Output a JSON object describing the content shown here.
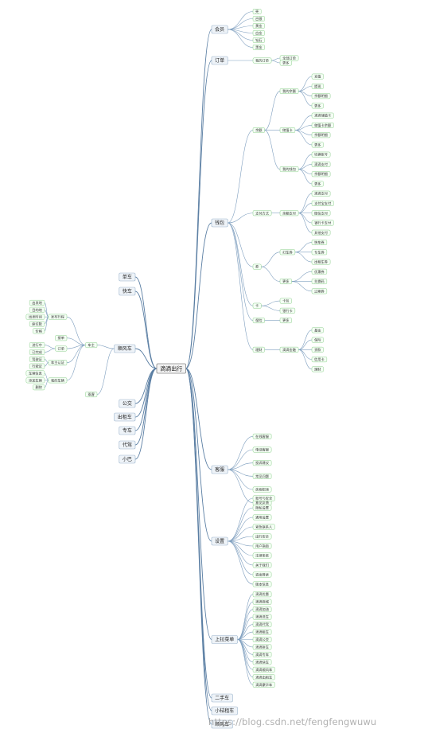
{
  "root": "滴滴出行",
  "right": [
    {
      "label": "会员",
      "children": [
        {
          "label": "壳"
        },
        {
          "label": "白银"
        },
        {
          "label": "黄金"
        },
        {
          "label": "白金"
        },
        {
          "label": "钻石"
        },
        {
          "label": "黑金"
        }
      ]
    },
    {
      "label": "订单",
      "children": [
        {
          "label": "我的订单",
          "children": [
            {
              "label": "全部订单"
            },
            {
              "label": "更多"
            }
          ]
        }
      ]
    },
    {
      "label": "钱包",
      "children": [
        {
          "label": "余额",
          "children": [
            {
              "label": "我的余额",
              "children": [
                {
                  "label": "充值"
                },
                {
                  "label": "提现"
                },
                {
                  "label": "余额明细"
                },
                {
                  "label": "更多"
                }
              ]
            },
            {
              "label": "储值卡",
              "children": [
                {
                  "label": "滴滴储值卡"
                },
                {
                  "label": "储值卡余额"
                },
                {
                  "label": "余额明细"
                },
                {
                  "label": "更多"
                }
              ]
            },
            {
              "label": "我的钱包",
              "children": [
                {
                  "label": "切换账号"
                },
                {
                  "label": "滴滴支付"
                },
                {
                  "label": "余额明细"
                },
                {
                  "label": "更多"
                }
              ]
            }
          ]
        },
        {
          "label": "支付方式",
          "children": [
            {
              "label": "余额支付",
              "children": [
                {
                  "label": "滴滴支付"
                },
                {
                  "label": "支付宝支付"
                },
                {
                  "label": "微信支付"
                },
                {
                  "label": "银行卡支付"
                },
                {
                  "label": "其他支付"
                }
              ]
            }
          ]
        },
        {
          "label": "券",
          "children": [
            {
              "label": "打车券",
              "children": [
                {
                  "label": "快车券"
                },
                {
                  "label": "专车券"
                },
                {
                  "label": "出租车券"
                }
              ]
            },
            {
              "label": "更多",
              "children": [
                {
                  "label": "优惠券"
                },
                {
                  "label": "兑换码"
                },
                {
                  "label": "过期券"
                }
              ]
            }
          ]
        },
        {
          "label": "卡",
          "children": [
            {
              "label": "卡包"
            },
            {
              "label": "银行卡"
            }
          ]
        },
        {
          "label": "保险",
          "children": [
            {
              "label": "更多"
            }
          ]
        },
        {
          "label": "理财",
          "children": [
            {
              "label": "滴滴金融",
              "children": [
                {
                  "label": "基金"
                },
                {
                  "label": "保险"
                },
                {
                  "label": "贷款"
                },
                {
                  "label": "信用卡"
                },
                {
                  "label": "理财"
                }
              ]
            }
          ]
        }
      ]
    },
    {
      "label": "客服",
      "children": [
        {
          "label": "在线客服"
        },
        {
          "label": "电话客服"
        },
        {
          "label": "投诉建议"
        },
        {
          "label": "常见问题"
        },
        {
          "label": "失物招领"
        },
        {
          "label": "意见反馈"
        }
      ]
    },
    {
      "label": "设置",
      "children": [
        {
          "label": "账号与安全"
        },
        {
          "label": "隐私设置"
        },
        {
          "label": "通用设置"
        },
        {
          "label": "紧急联系人"
        },
        {
          "label": "出行安全"
        },
        {
          "label": "用户指南"
        },
        {
          "label": "法律条款"
        },
        {
          "label": "关于我们"
        },
        {
          "label": "退出登录"
        },
        {
          "label": "版本信息"
        }
      ]
    },
    {
      "label": "上拉菜单",
      "children": [
        {
          "label": "滴滴优惠"
        },
        {
          "label": "滴滴商城"
        },
        {
          "label": "滴滴加油"
        },
        {
          "label": "滴滴洗车"
        },
        {
          "label": "滴滴代驾"
        },
        {
          "label": "滴滴租车"
        },
        {
          "label": "滴滴公交"
        },
        {
          "label": "滴滴拼车"
        },
        {
          "label": "滴滴专车"
        },
        {
          "label": "滴滴快车"
        },
        {
          "label": "滴滴顺风车"
        },
        {
          "label": "滴滴出租车"
        },
        {
          "label": "滴滴豪华车"
        }
      ]
    },
    {
      "label": "二手车",
      "children": []
    },
    {
      "label": "小桔租车",
      "children": []
    },
    {
      "label": "顺风车",
      "children": []
    }
  ],
  "left": [
    {
      "label": "单车",
      "children": []
    },
    {
      "label": "快车",
      "children": []
    },
    {
      "label": "顺风车",
      "children": [
        {
          "label": "车主",
          "children": [
            {
              "label": "发布行程",
              "children": [
                {
                  "label": "出发地"
                },
                {
                  "label": "目的地"
                },
                {
                  "label": "出发时间"
                },
                {
                  "label": "座位数"
                },
                {
                  "label": "价格"
                }
              ]
            },
            {
              "label": "接单",
              "children": []
            },
            {
              "label": "订单",
              "children": [
                {
                  "label": "进行中"
                },
                {
                  "label": "已完成"
                }
              ]
            },
            {
              "label": "车主认证",
              "children": [
                {
                  "label": "驾驶证"
                },
                {
                  "label": "行驶证"
                }
              ]
            },
            {
              "label": "我的车辆",
              "children": [
                {
                  "label": "车辆信息"
                },
                {
                  "label": "添加车辆"
                },
                {
                  "label": "删除"
                }
              ]
            }
          ]
        },
        {
          "label": "乘客",
          "children": []
        }
      ]
    },
    {
      "label": "公交",
      "children": []
    },
    {
      "label": "出租车",
      "children": []
    },
    {
      "label": "专车",
      "children": []
    },
    {
      "label": "代驾",
      "children": []
    },
    {
      "label": "小巴",
      "children": []
    }
  ],
  "watermark": "https://blog.csdn.net/fengfengwuwu"
}
